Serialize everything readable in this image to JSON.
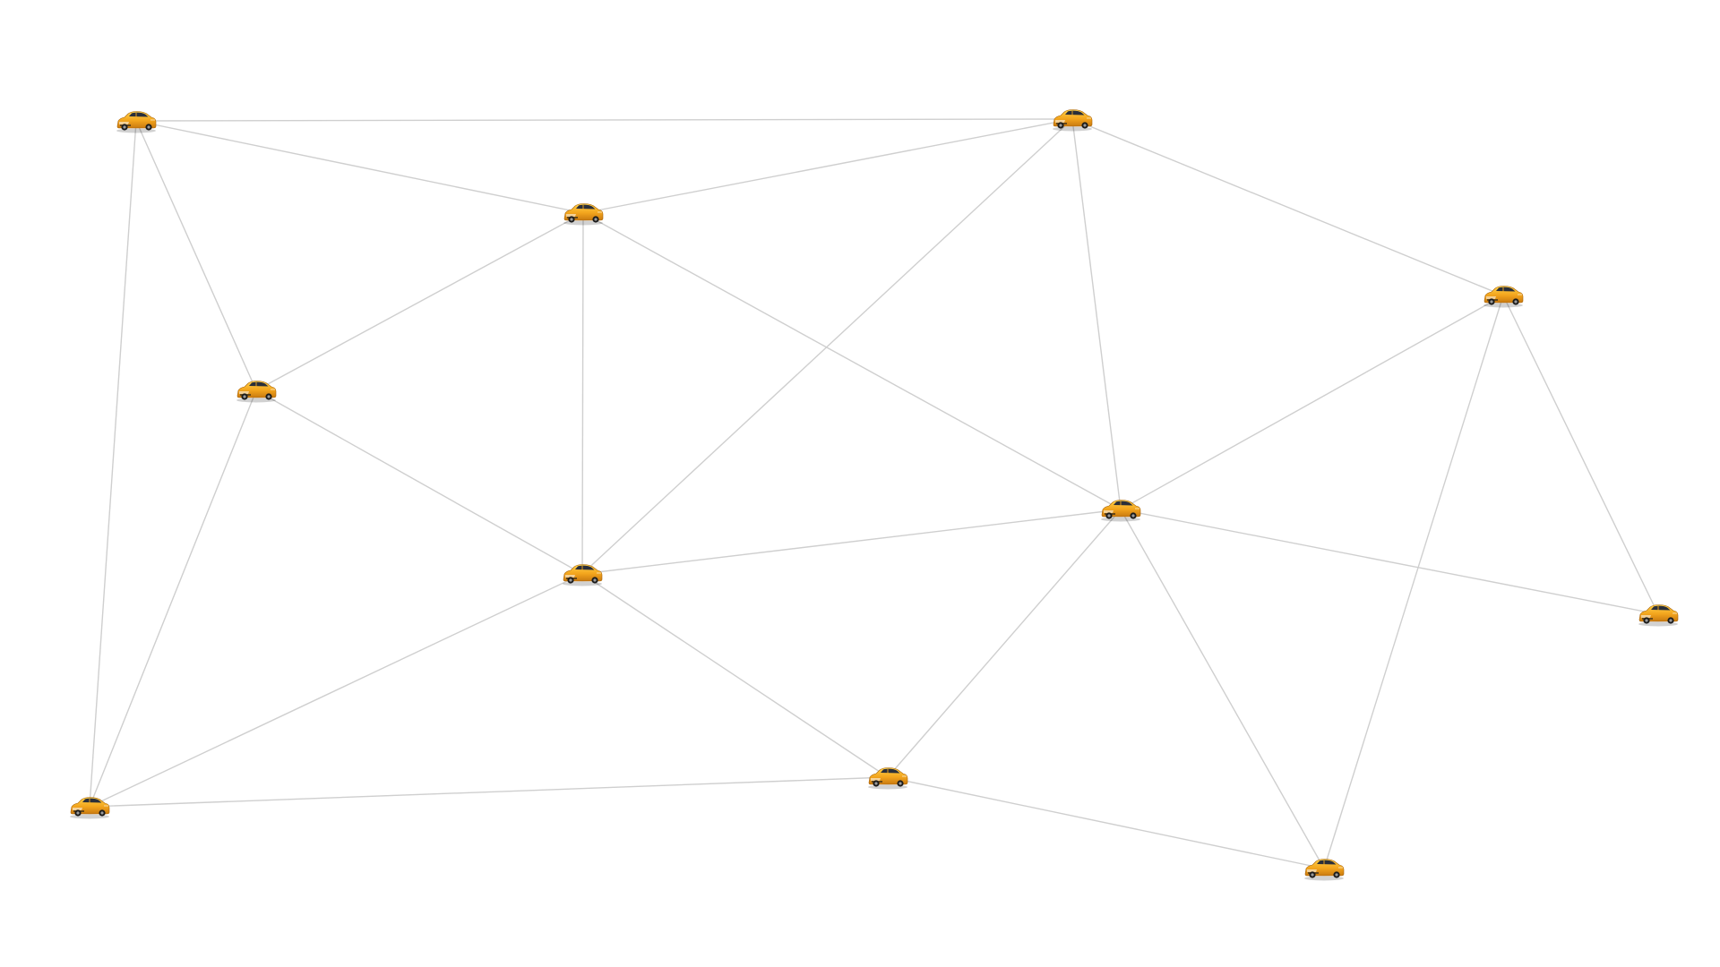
{
  "diagram": {
    "type": "network-graph",
    "node_icon": "car-icon",
    "colors": {
      "background": "#ffffff",
      "edge": "#cfcfcf",
      "car_body": "#f3a51d",
      "car_body_highlight": "#ffd24a",
      "car_shadow": "#c97a10",
      "car_window": "#2a2f3a",
      "car_tire": "#1b1b1b"
    },
    "nodes": [
      "n1",
      "n2",
      "n3",
      "n4",
      "n5",
      "n6",
      "n7",
      "n8",
      "n9",
      "n10",
      "n11",
      "n12"
    ],
    "edges": [
      [
        "n1",
        "n2"
      ],
      [
        "n1",
        "n3"
      ],
      [
        "n1",
        "n4"
      ],
      [
        "n1",
        "n9"
      ],
      [
        "n2",
        "n3"
      ],
      [
        "n2",
        "n5"
      ],
      [
        "n2",
        "n6"
      ],
      [
        "n2",
        "n7"
      ],
      [
        "n3",
        "n6"
      ],
      [
        "n3",
        "n7"
      ],
      [
        "n3",
        "n4"
      ],
      [
        "n4",
        "n7"
      ],
      [
        "n4",
        "n9"
      ],
      [
        "n5",
        "n6"
      ],
      [
        "n5",
        "n11"
      ],
      [
        "n5",
        "n8"
      ],
      [
        "n6",
        "n7"
      ],
      [
        "n6",
        "n8"
      ],
      [
        "n6",
        "n10"
      ],
      [
        "n6",
        "n11"
      ],
      [
        "n7",
        "n9"
      ],
      [
        "n7",
        "n10"
      ],
      [
        "n8",
        "n12"
      ],
      [
        "n9",
        "n10"
      ],
      [
        "n10",
        "n11"
      ],
      [
        "n11",
        "n12"
      ]
    ]
  }
}
